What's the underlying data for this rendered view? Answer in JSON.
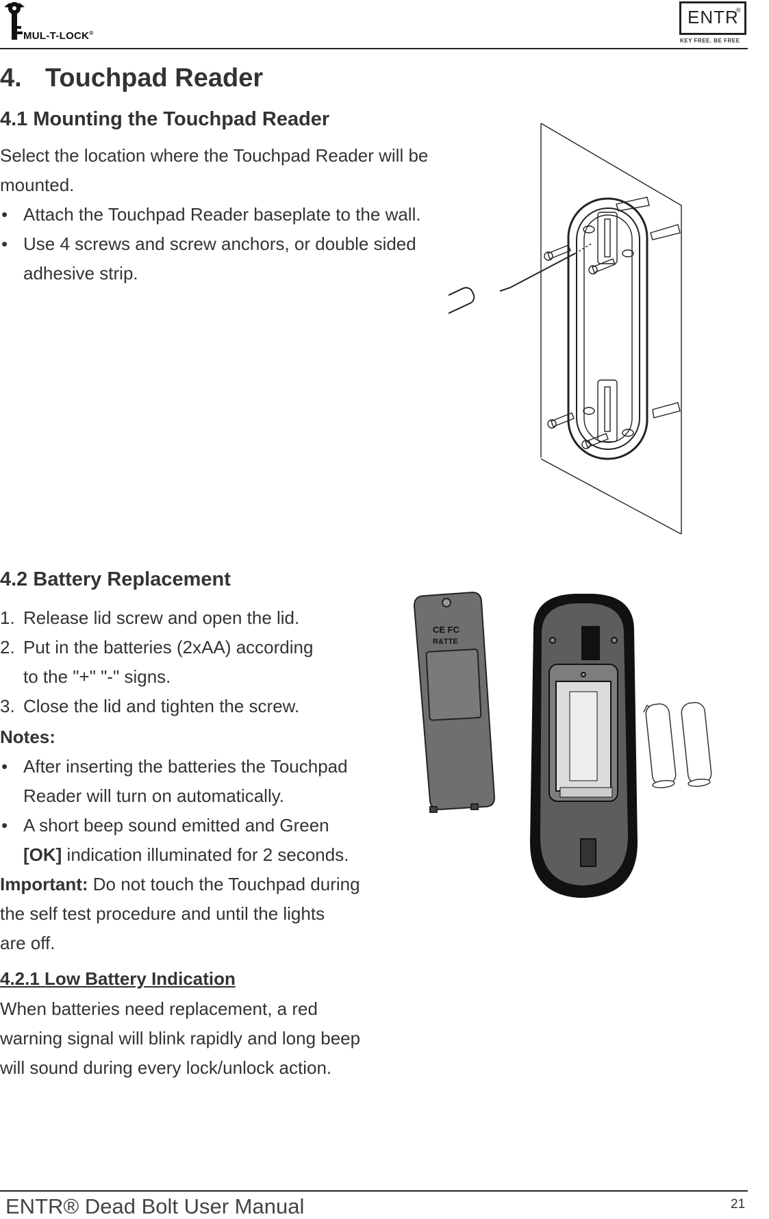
{
  "header": {
    "brand": "MUL-T-LOCK",
    "brand_reg": "®",
    "entr_logo": "ENTR",
    "entr_reg": "®",
    "entr_tagline": "KEY FREE. BE FREE"
  },
  "section": {
    "number": "4.",
    "title": "Touchpad Reader"
  },
  "mounting": {
    "heading": "4.1  Mounting the Touchpad Reader",
    "intro_line1": "Select the location where the Touchpad Reader will be",
    "intro_line2": "mounted.",
    "bullets": [
      "Attach the Touchpad Reader baseplate to the wall.",
      "Use 4 screws and screw anchors, or double sided",
      "adhesive strip."
    ]
  },
  "battery": {
    "heading": "4.2  Battery Replacement",
    "steps": [
      {
        "num": "1.",
        "line1": "Release lid screw and open the lid.",
        "line2": ""
      },
      {
        "num": "2.",
        "line1": "Put in the batteries (2xAA) according",
        "line2": "to the \"+\" \"-\" signs."
      },
      {
        "num": "3.",
        "line1": "Close the lid and tighten the screw.",
        "line2": ""
      }
    ],
    "notes_label": "Notes:",
    "note1_line1": "After inserting the batteries the Touchpad",
    "note1_line2": "Reader will turn on automatically.",
    "note2_line1": "A short beep sound emitted and Green",
    "note2_ok": "[OK]",
    "note2_line2_rest": " indication illuminated for 2 seconds.",
    "important_label": "Important:",
    "important_line1_rest": " Do not touch the Touchpad during",
    "important_line2": "the self test procedure and until the lights",
    "important_line3": "are off.",
    "lid_mark_ce": "CE FC",
    "lid_mark_rtte": "R&TTE"
  },
  "low_battery": {
    "heading": "4.2.1  Low Battery Indication",
    "line1": "When batteries need replacement, a red",
    "line2": "warning signal will blink rapidly and long beep",
    "line3": "will sound during every lock/unlock action."
  },
  "footer": {
    "title": "ENTR® Dead Bolt User Manual",
    "page": "21"
  }
}
